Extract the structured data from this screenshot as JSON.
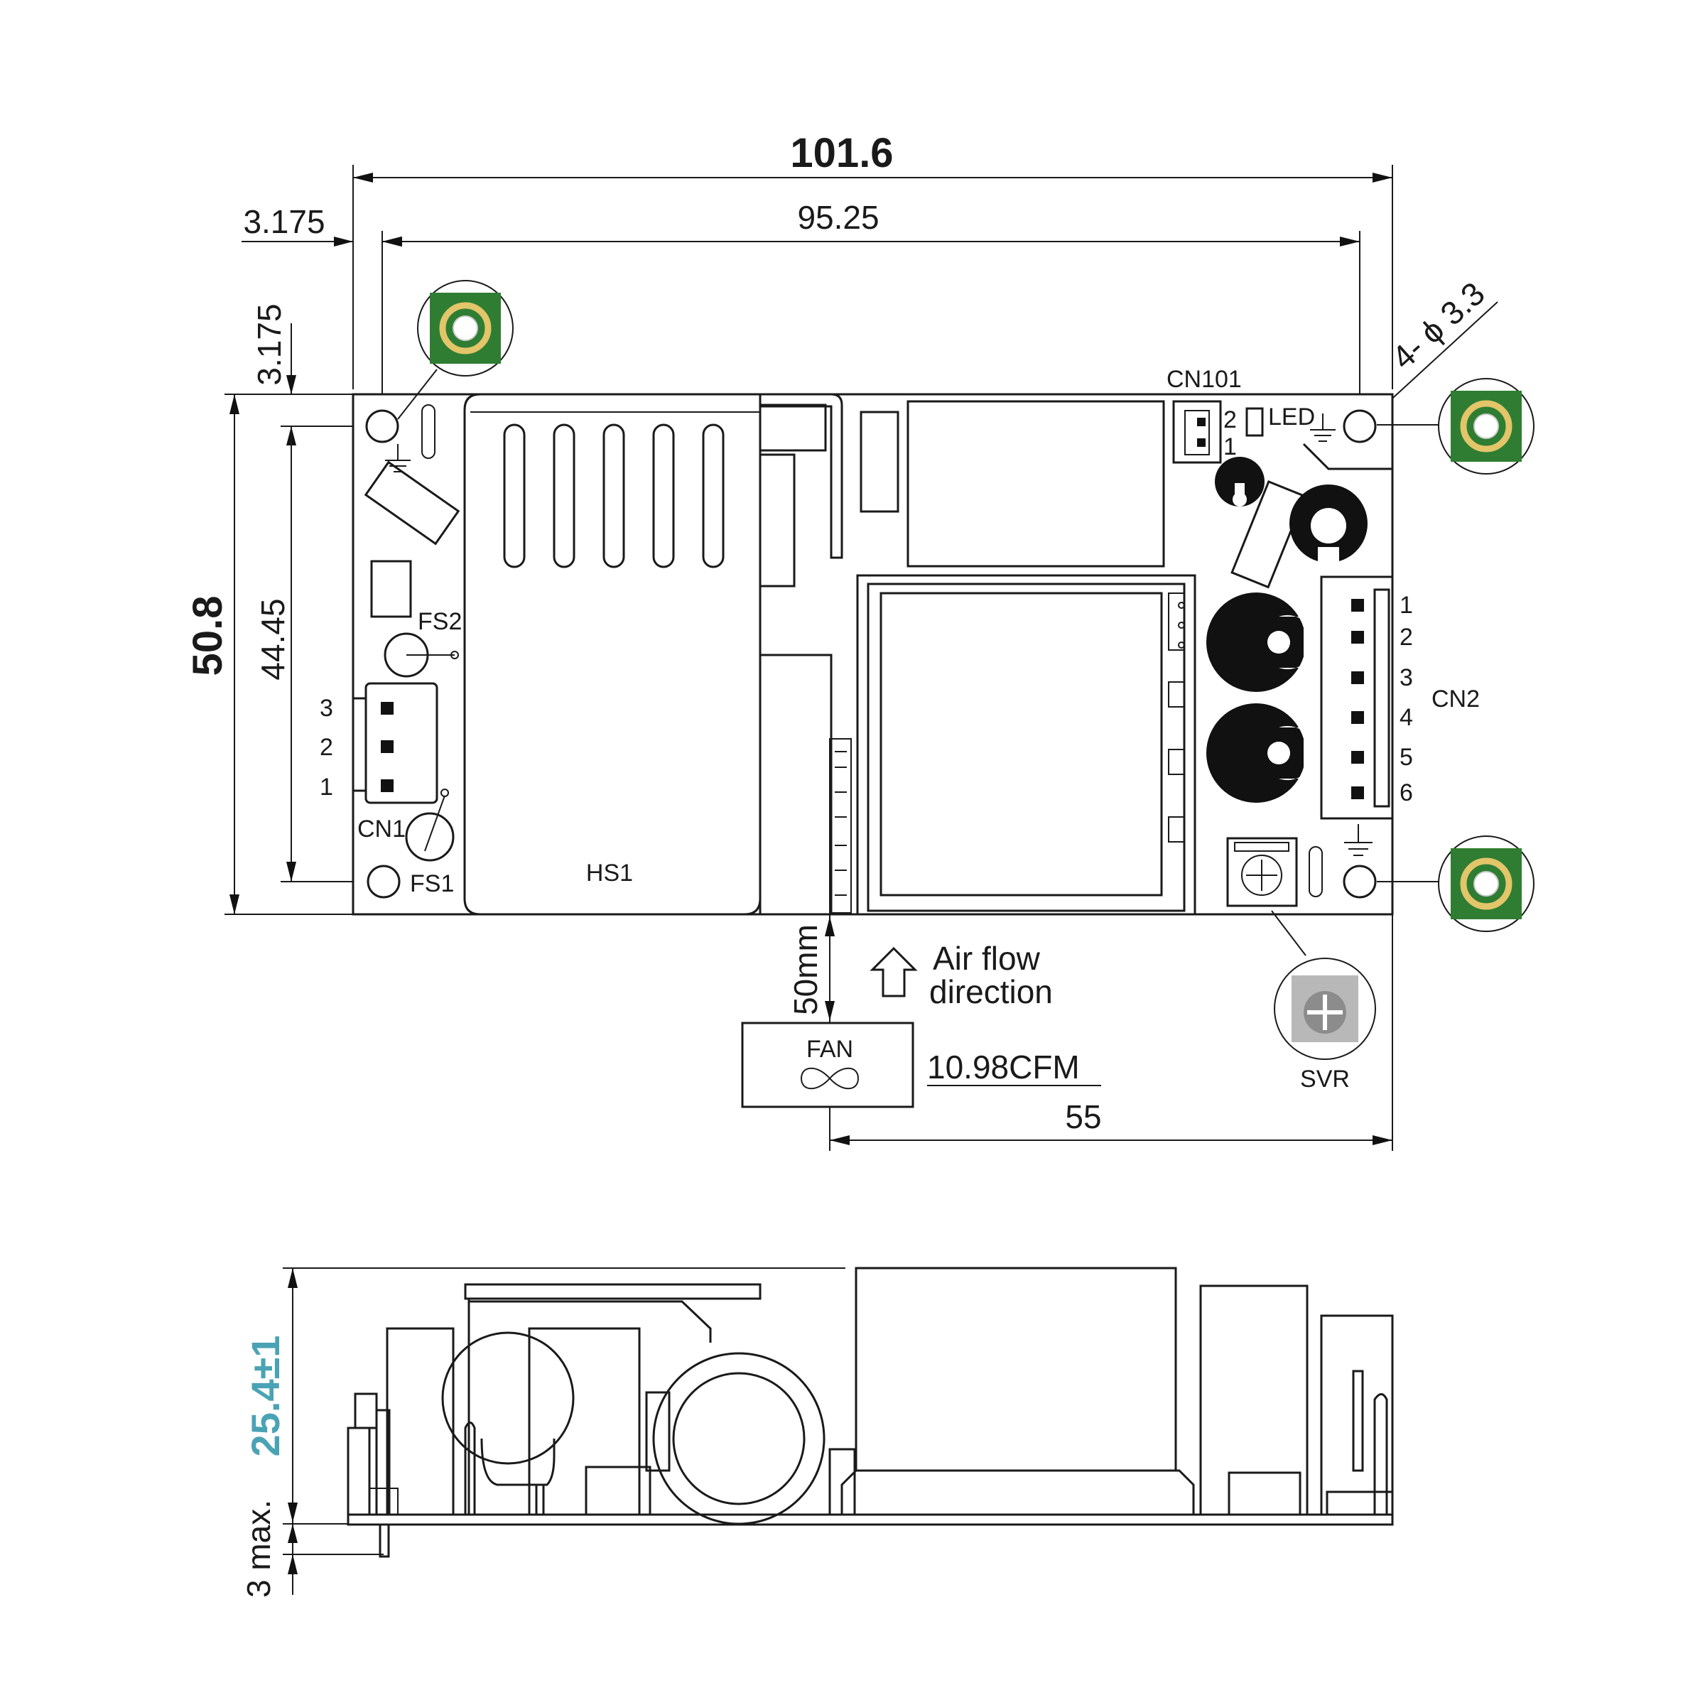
{
  "dimensions": {
    "overall_width": "101.6",
    "hole_span_width": "95.25",
    "hole_offset_x": "3.175",
    "hole_offset_y": "3.175",
    "overall_height": "50.8",
    "hole_span_height": "44.45",
    "hole_spec": "4- ϕ 3.3",
    "fan_distance": "50mm",
    "fan_offset": "55",
    "profile_height": "25.4±1",
    "pin_length": "3 max."
  },
  "labels": {
    "cn101": "CN101",
    "led": "LED",
    "cn2": "CN2",
    "cn1": "CN1",
    "fs1": "FS1",
    "fs2": "FS2",
    "hs1": "HS1",
    "svr": "SVR",
    "fan": "FAN",
    "airflow_line1": "Air flow",
    "airflow_line2": "direction",
    "cfm": "10.98CFM"
  },
  "pins": {
    "cn101": [
      "2",
      "1"
    ],
    "cn2": [
      "1",
      "2",
      "3",
      "4",
      "5",
      "6"
    ],
    "cn1": [
      "3",
      "2",
      "1"
    ]
  },
  "colors": {
    "line": "#1a1a1a",
    "pad_green": "#2f7d32",
    "pad_gold": "#e3c56a",
    "height_dim": "#4aa3b5"
  },
  "icons": [
    "ground-icon",
    "fan-icon",
    "arrow-up-icon",
    "mounting-pad-icon",
    "trimmer-pot-icon"
  ]
}
